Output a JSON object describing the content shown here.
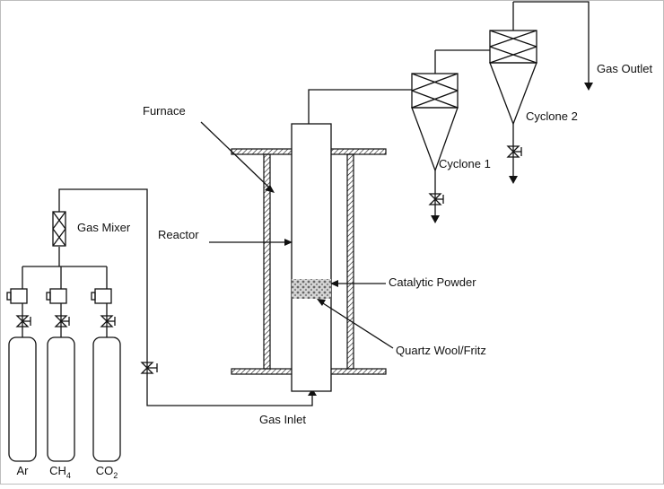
{
  "labels": {
    "furnace": "Furnace",
    "reactor": "Reactor",
    "gas_mixer": "Gas Mixer",
    "catalytic_powder": "Catalytic Powder",
    "quartz_wool": "Quartz Wool/Fritz",
    "gas_inlet": "Gas Inlet",
    "cyclone_1": "Cyclone 1",
    "cyclone_2": "Cyclone 2",
    "gas_outlet": "Gas Outlet"
  },
  "cylinders": [
    {
      "name": "Ar",
      "sub": ""
    },
    {
      "name": "CH",
      "sub": "4"
    },
    {
      "name": "CO",
      "sub": "2"
    }
  ],
  "colors": {
    "line": "#111111",
    "background": "#ffffff",
    "frame": "#bdbdbd"
  }
}
